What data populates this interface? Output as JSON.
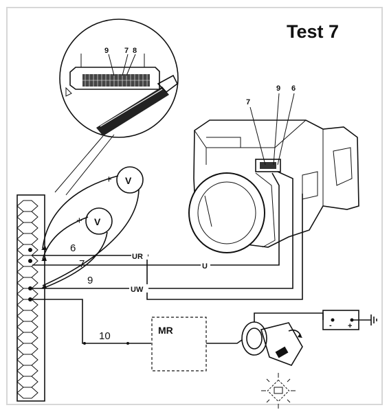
{
  "title": "Test 7",
  "inset_labels": {
    "pin_9": "9",
    "pin_7": "7",
    "pin_8": "8"
  },
  "sensor_labels": {
    "pin_7": "7",
    "pin_9": "9",
    "pin_6": "6"
  },
  "voltmeters": [
    {
      "symbol": "V",
      "polarity": "+"
    },
    {
      "symbol": "V",
      "polarity": "+"
    }
  ],
  "wires": {
    "w6": "6",
    "w7": "7",
    "w9": "9",
    "w10": "10"
  },
  "connectors": {
    "ur": "UR",
    "u": "U",
    "uw": "UW"
  },
  "relay": {
    "label": "MR"
  },
  "battery": {
    "minus": "-",
    "plus": "+"
  }
}
